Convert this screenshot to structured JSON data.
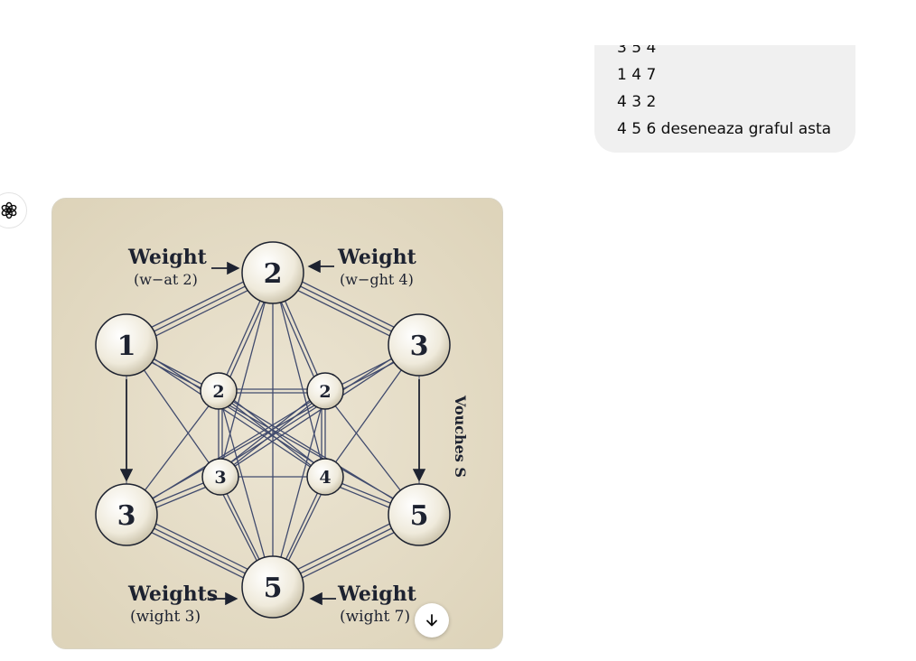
{
  "chat": {
    "user_message_lines": [
      "3 5 4",
      "1 4 7",
      "4 3 2",
      "4 5 6 deseneaza graful asta"
    ]
  },
  "assistant": {
    "avatar_icon": "openai-logo-icon",
    "generated_image": {
      "node_labels": {
        "top": "2",
        "left_top": "1",
        "right_top": "3",
        "inner_tl": "2",
        "inner_tr": "2",
        "inner_bl": "3",
        "inner_br": "4",
        "left_bottom": "3",
        "right_bottom": "5",
        "bottom": "5"
      },
      "annotations": {
        "tl_title": "Weight",
        "tl_sub": "(w−at 2)",
        "tr_title": "Weight",
        "tr_sub": "(w−ght 4)",
        "bl_title": "Weights",
        "bl_sub": "(wight 3)",
        "br_title": "Weight",
        "br_sub": "(wight 7)",
        "side_text": "Vouches S"
      },
      "colors": {
        "background": "#e7dfcb",
        "edge": "#2f3b63",
        "node_fill": "#f4f1e7"
      }
    },
    "download_icon": "arrow-down-icon"
  }
}
